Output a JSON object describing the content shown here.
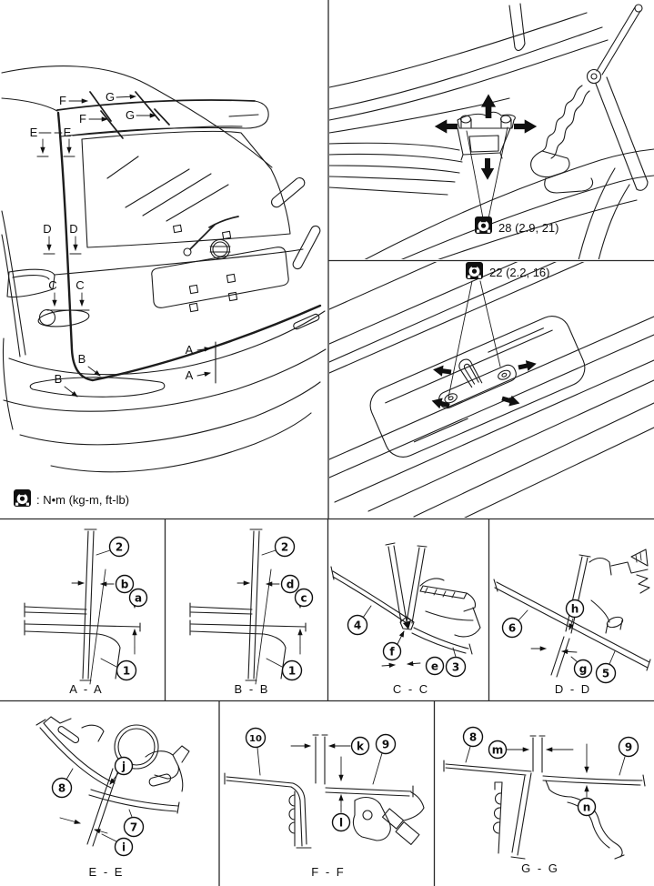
{
  "figure": {
    "legend_note": ": N•m (kg-m, ft-lb)",
    "hinge_torque": "28 (2.9, 21)",
    "striker_torque": "22 (2.2, 16)"
  },
  "vehicle_callouts": {
    "f1": "F",
    "f2": "F",
    "g1": "G",
    "g2": "G",
    "e1": "E",
    "e2": "E",
    "d1": "D",
    "d2": "D",
    "c1": "C",
    "c2": "C",
    "b1": "B",
    "b2": "B",
    "a1": "A",
    "a2": "A"
  },
  "sections": {
    "aa": {
      "label": "A - A",
      "top_part": "2",
      "bottom_part": "1",
      "gap": "b",
      "flush": "a"
    },
    "bb": {
      "label": "B - B",
      "top_part": "2",
      "bottom_part": "1",
      "gap": "d",
      "flush": "c"
    },
    "cc": {
      "label": "C - C",
      "left_part": "4",
      "right_part": "3",
      "gap": "e",
      "flush": "f"
    },
    "dd": {
      "label": "D - D",
      "left_part": "6",
      "right_part": "5",
      "gap": "g",
      "flush": "h"
    },
    "ee": {
      "label": "E - E",
      "left_part": "8",
      "right_part": "7",
      "gap": "i",
      "flush": "j"
    },
    "ff": {
      "label": "F - F",
      "left_part": "10",
      "right_part": "9",
      "gap": "k",
      "flush": "l"
    },
    "gg": {
      "label": "G - G",
      "left_part": "8",
      "right_part": "9",
      "gap": "m",
      "flush": "n"
    }
  }
}
